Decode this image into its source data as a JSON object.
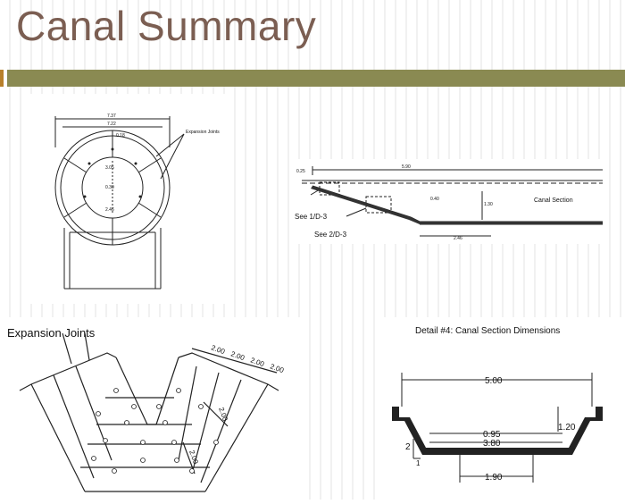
{
  "slide": {
    "title": "Canal Summary"
  },
  "plan_view": {
    "dim_top_outer": "7.37",
    "dim_top_inner": "7.22",
    "dim_a": "0.18",
    "dim_b": "3.05",
    "dim_c": "0.30",
    "dim_d": "2.46",
    "callout": "Expansion Joints"
  },
  "profile_view": {
    "dim_left": "0.25",
    "dim_span": "5.90",
    "dim_step": "0.40",
    "dim_height": "1.30",
    "dim_bottom": "2.46",
    "label_canal_section": "Canal Section",
    "see_ref_1": "See 1/D-3",
    "see_ref_2": "See 2/D-3"
  },
  "iso_view": {
    "label": "Expansion Joints",
    "dims_top": [
      "2.00",
      "2.00",
      "2.00",
      "2.00"
    ],
    "dim_side_1": "2.00",
    "dim_side_2": "2.00"
  },
  "detail_view": {
    "title": "Detail #4:  Canal Section Dimensions",
    "dim_top": "5.00",
    "dim_lip": "1.20",
    "dim_inner": "0.95",
    "dim_floor": "3.80",
    "dim_slope_rise": "2",
    "dim_slope_run": "1",
    "dim_bottom": "1.90"
  }
}
